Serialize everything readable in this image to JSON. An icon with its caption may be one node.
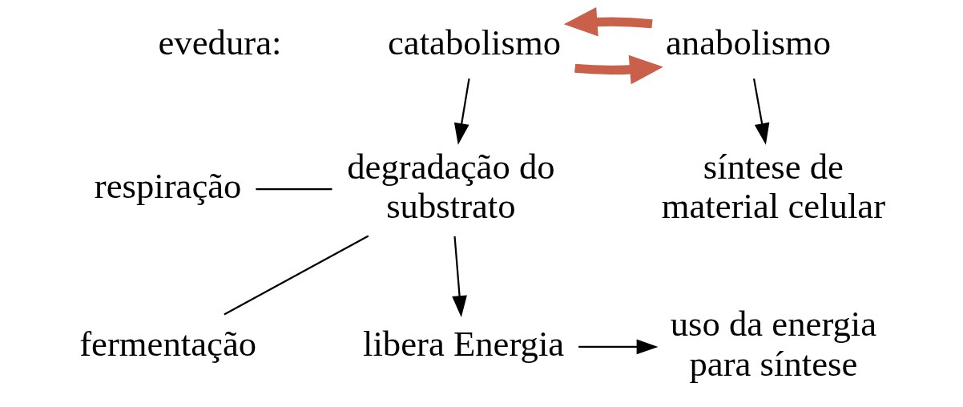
{
  "diagram": {
    "nodes": [
      {
        "text": [
          "catabolismo"
        ]
      },
      {
        "text": [
          "anabolismo"
        ]
      },
      {
        "text": [
          "respiração"
        ]
      },
      {
        "text": [
          "fermentação"
        ]
      },
      {
        "text": [
          "degradação do substrato"
        ]
      },
      {
        "text": [
          "síntese de material celular"
        ]
      },
      {
        "text": [
          "libera Energia"
        ]
      },
      {
        "text": [
          "uso da energia para síntese"
        ]
      }
    ],
    "edges": [
      {
        "from": 0,
        "to": 1,
        "arrow": "to",
        "style": "thick",
        "color": "#c8604a"
      },
      {
        "from": 1,
        "to": 0,
        "arrow": "to",
        "style": "thick",
        "color": "#c8604a"
      },
      {
        "from": 0,
        "to": 4,
        "arrow": "to"
      },
      {
        "from": 1,
        "to": 5,
        "arrow": "to"
      },
      {
        "from": 2,
        "to": 4,
        "arrow": "none"
      },
      {
        "from": 3,
        "to": 4,
        "arrow": "none"
      },
      {
        "from": 4,
        "to": 6,
        "arrow": "to"
      },
      {
        "from": 6,
        "to": 7,
        "arrow": "to"
      }
    ],
    "labels": [
      "evedura:"
    ]
  }
}
